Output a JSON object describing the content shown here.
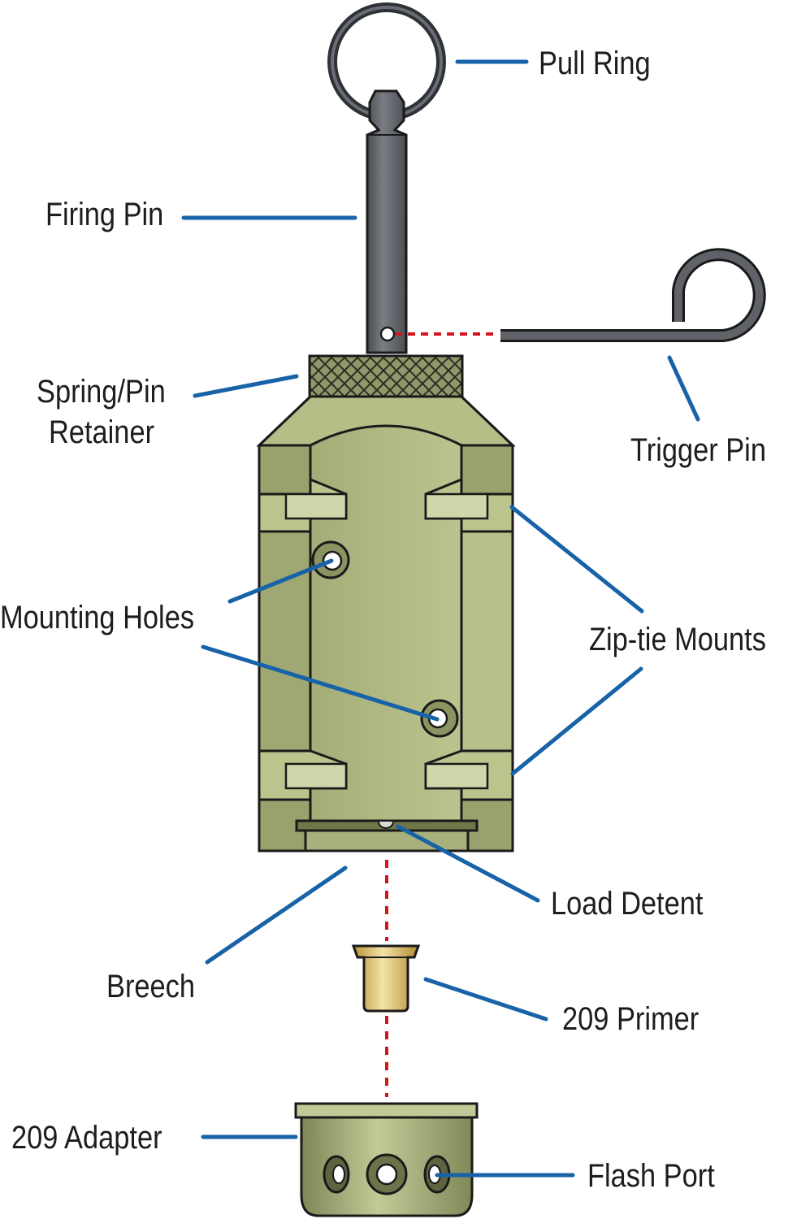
{
  "labels": {
    "pull_ring": "Pull Ring",
    "firing_pin": "Firing Pin",
    "trigger_pin": "Trigger Pin",
    "spring_pin_retainer_line1": "Spring/Pin",
    "spring_pin_retainer_line2": "Retainer",
    "mounting_holes": "Mounting Holes",
    "zip_tie_mounts": "Zip-tie Mounts",
    "load_detent": "Load Detent",
    "breech": "Breech",
    "primer_209": "209 Primer",
    "adapter_209": "209 Adapter",
    "flash_port": "Flash Port"
  },
  "colors": {
    "body_fill": "#a9b27c",
    "body_light": "#c4cb99",
    "body_shadow": "#8b9562",
    "outline": "#1a1a1a",
    "metal": "#5f6368",
    "metal_dark": "#3c3f44",
    "leader_line": "#1862a8",
    "guide_line": "#d4161c",
    "brass": "#c9a64a",
    "brass_light": "#f0dc98"
  }
}
